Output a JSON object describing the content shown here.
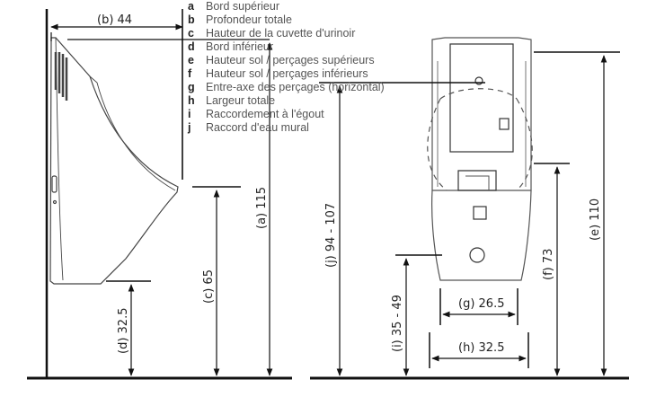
{
  "legend": [
    {
      "key": "a",
      "text": "Bord supérieur"
    },
    {
      "key": "b",
      "text": "Profondeur totale"
    },
    {
      "key": "c",
      "text": "Hauteur de la cuvette d'urinoir"
    },
    {
      "key": "d",
      "text": "Bord inférieur"
    },
    {
      "key": "e",
      "text": "Hauteur sol / perçages supérieurs"
    },
    {
      "key": "f",
      "text": "Hauteur sol / perçages inférieurs"
    },
    {
      "key": "g",
      "text": "Entre-axe des perçages (horizontal)"
    },
    {
      "key": "h",
      "text": "Largeur totale"
    },
    {
      "key": "i",
      "text": "Raccordement à l'égout"
    },
    {
      "key": "j",
      "text": "Raccord d'eau mural"
    }
  ],
  "dimensions": {
    "b": "(b) 44",
    "a": "(a) 115",
    "c": "(c) 65",
    "d": "(d) 32.5",
    "j": "(j) 94 - 107",
    "i": "(i) 35 - 49",
    "g": "(g) 26.5",
    "h": "(h) 32.5",
    "f": "(f) 73",
    "e": "(e) 110"
  }
}
